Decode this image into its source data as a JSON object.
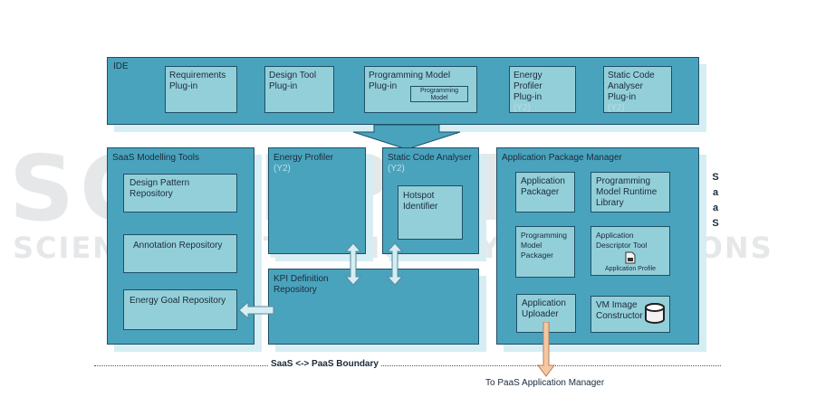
{
  "ide": {
    "title": "IDE",
    "plugins": [
      {
        "label": "Requirements\nPlug-in"
      },
      {
        "label": "Design Tool\nPlug-in"
      },
      {
        "label": "Programming Model\nPlug-in",
        "sub": "Programming\nModel"
      },
      {
        "label": "Energy\nProfiler\nPlug-in",
        "tag": "(Y2)"
      },
      {
        "label": "Static Code\nAnalyser\nPlug-in",
        "tag": "(Y2)"
      }
    ]
  },
  "saas_modelling": {
    "title": "SaaS Modelling Tools",
    "items": [
      "Design Pattern\nRepository",
      "Annotation Repository",
      "Energy Goal Repository"
    ]
  },
  "energy_profiler": {
    "title": "Energy Profiler",
    "tag": "(Y2)"
  },
  "static_code_analyser": {
    "title": "Static Code Analyser",
    "tag": "(Y2)",
    "inner": "Hotspot\nIdentifier"
  },
  "kpi": {
    "title": "KPI Definition\nRepository"
  },
  "app_package_manager": {
    "title": "Application Package Manager",
    "items": [
      {
        "label": "Application\nPackager"
      },
      {
        "label": "Programming\nModel Runtime\nLibrary"
      },
      {
        "label": "Programming\nModel\nPackager"
      },
      {
        "label": "Application\nDescriptor Tool",
        "sub": "Application Profile"
      },
      {
        "label": "Application\nUploader"
      },
      {
        "label": "VM Image\nConstructor"
      }
    ]
  },
  "side_label": [
    "S",
    "a",
    "a",
    "S"
  ],
  "boundary_label": "SaaS <-> PaaS  Boundary",
  "paas_target": "To PaaS Application Manager",
  "watermark": {
    "big": "SCITEPRESS",
    "small": "SCIENCE AND TECHNOLOGY PUBLICATIONS"
  },
  "colors": {
    "outer": "#4aa3bd",
    "inner": "#93cfd9",
    "border": "#1f4f66",
    "arrow_out": "#f6c7a0"
  }
}
